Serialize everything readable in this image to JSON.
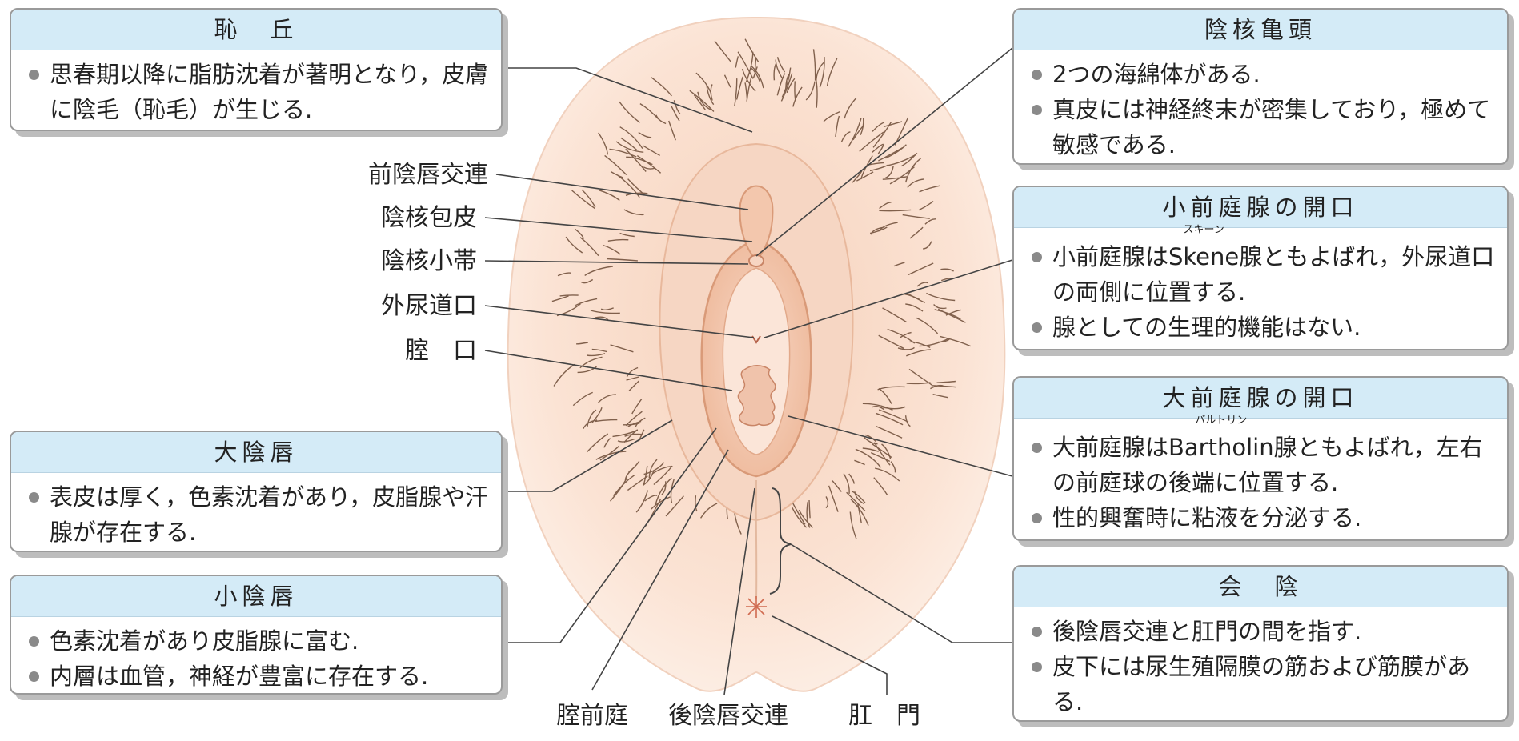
{
  "labels": {
    "ant_commissure": "前陰唇交連",
    "prepuce": "陰核包皮",
    "frenulum": "陰核小帯",
    "urethral_orifice": "外尿道口",
    "vaginal_orifice": "腟　口",
    "vestibule": "腟前庭",
    "post_commissure": "後陰唇交連",
    "anus": "肛　門"
  },
  "boxes": {
    "mons": {
      "title": "恥　丘",
      "bullets": [
        "思春期以降に脂肪沈着が著明となり，皮膚に陰毛（恥毛）が生じる."
      ]
    },
    "labia_majora": {
      "title": "大陰唇",
      "bullets": [
        "表皮は厚く，色素沈着があり，皮脂腺や汗腺が存在する."
      ]
    },
    "labia_minora": {
      "title": "小陰唇",
      "bullets": [
        "色素沈着があり皮脂腺に富む.",
        "内層は血管，神経が豊富に存在する."
      ]
    },
    "glans": {
      "title": "陰核亀頭",
      "bullets": [
        "2つの海綿体がある.",
        "真皮には神経終末が密集しており，極めて敏感である."
      ]
    },
    "skene": {
      "title": "小前庭腺の開口",
      "b1_pre": "小前庭腺は",
      "b1_word": "Skene",
      "b1_ruby": "スキーン",
      "b1_post": "腺ともよばれ，外尿道口の両側に位置する.",
      "b2": "腺としての生理的機能はない."
    },
    "bartholin": {
      "title": "大前庭腺の開口",
      "b1_pre": "大前庭腺は",
      "b1_word": "Bartholin",
      "b1_ruby": "バルトリン",
      "b1_post": "腺ともよばれ，左右の前庭球の後端に位置する.",
      "b2": "性的興奮時に粘液を分泌する."
    },
    "perineum": {
      "title": "会　陰",
      "bullets": [
        "後陰唇交連と肛門の間を指す.",
        "皮下には尿生殖隔膜の筋および筋膜がある."
      ]
    }
  },
  "colors": {
    "header_fill": "#d4ebf7",
    "skin_outer": "#fbe3d4",
    "skin_inner": "#f4c7a8",
    "hair": "#6b4a35",
    "leader_line": "#444444"
  }
}
